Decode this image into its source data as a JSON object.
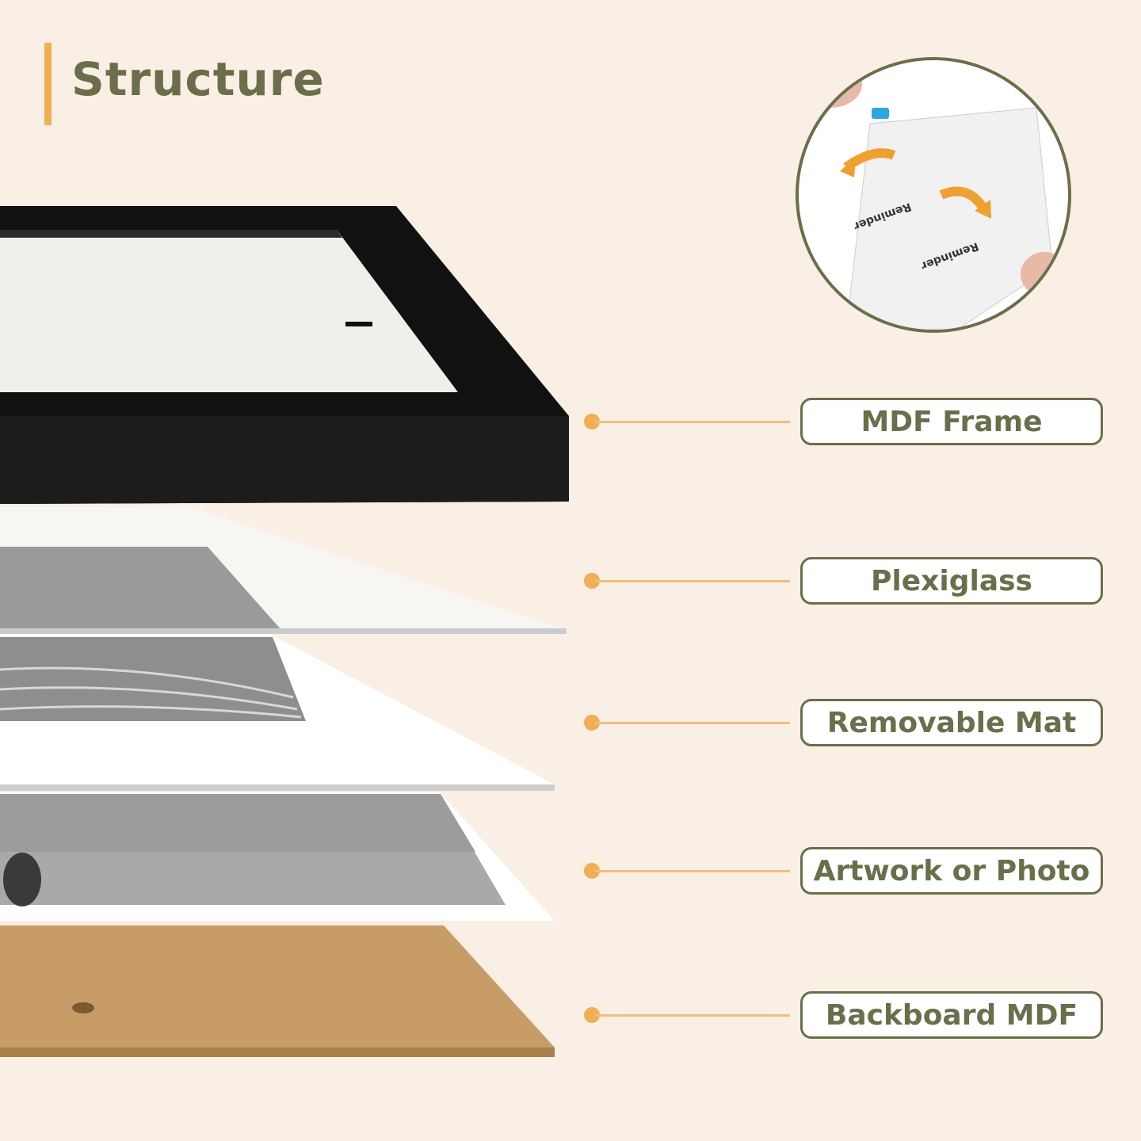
{
  "title": "Structure",
  "layers": [
    {
      "label": "MDF Frame"
    },
    {
      "label": "Plexiglass"
    },
    {
      "label": "Removable Mat"
    },
    {
      "label": "Artwork or Photo"
    },
    {
      "label": "Backboard MDF"
    }
  ],
  "inset": {
    "film_text": "Reminder"
  },
  "colors": {
    "accent": "#F0AE55",
    "olive": "#6B6E4A",
    "background": "#FAEFE5",
    "cork": "#C79C66"
  }
}
